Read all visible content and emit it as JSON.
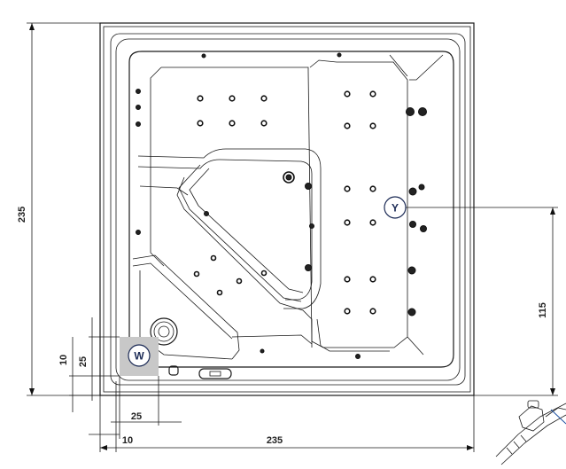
{
  "dimensions": {
    "left_overall": "235",
    "bottom_overall": "235",
    "right_offset": "115",
    "left_small_10": "10",
    "left_small_25": "25",
    "bottom_small_25": "25",
    "bottom_small_10": "10"
  },
  "markers": {
    "w": "W",
    "y": "Y"
  },
  "colors": {
    "line": "#1a1a1a",
    "marker_fill": "#ffffff",
    "marker_text": "#1b2a55",
    "w_box": "#c8c8c8"
  }
}
